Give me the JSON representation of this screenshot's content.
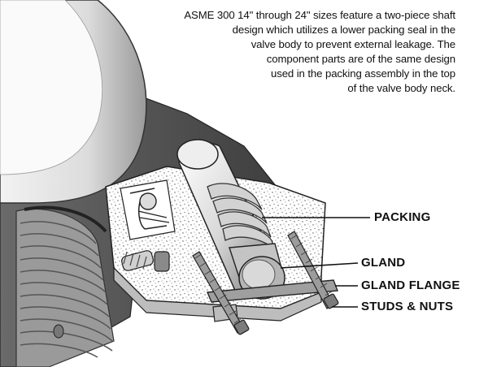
{
  "description": {
    "lines": [
      "ASME 300 14\" through 24\" sizes feature a two-piece shaft",
      "design which utilizes a lower packing seal in the",
      "valve body to prevent external leakage. The",
      "component parts are of the same design",
      "used in the packing assembly in the top",
      "of the valve body neck."
    ]
  },
  "callouts": {
    "packing": "PACKING",
    "gland": "GLAND",
    "gland_flange": "GLAND FLANGE",
    "studs_nuts": "STUDS & NUTS"
  },
  "colors": {
    "body_dark": "#5a5a5a",
    "body_mid": "#8c8c8c",
    "body_light": "#c8c8c8",
    "ink": "#111111"
  }
}
